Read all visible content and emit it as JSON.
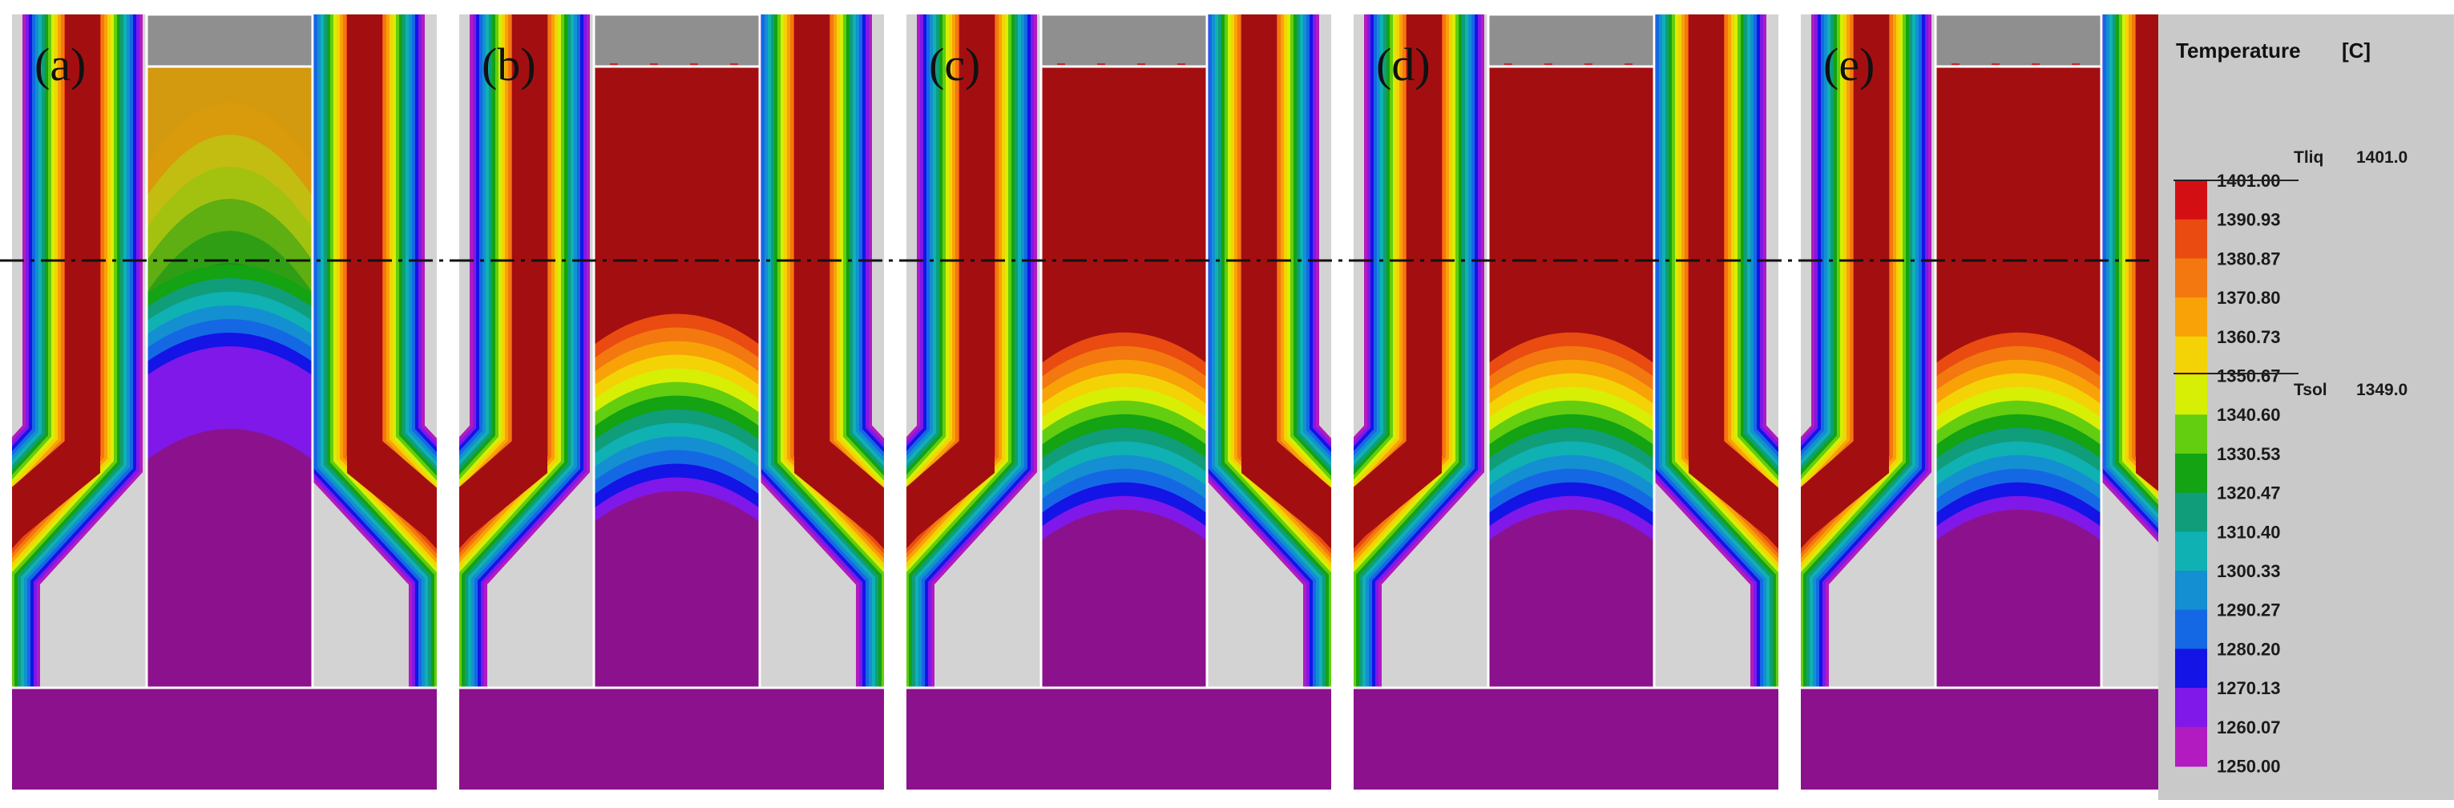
{
  "panels": [
    {
      "label": "(a)",
      "solid_front": 0.58
    },
    {
      "label": "(b)",
      "solid_front": 0.68
    },
    {
      "label": "(c)",
      "solid_front": 0.71
    },
    {
      "label": "(d)",
      "solid_front": 0.71
    },
    {
      "label": "(e)",
      "solid_front": 0.71
    }
  ],
  "legend": {
    "title": "Temperature",
    "unit": "[C]",
    "ticks": [
      "1401.00",
      "1390.93",
      "1380.87",
      "1370.80",
      "1360.73",
      "1350.67",
      "1340.60",
      "1330.53",
      "1320.47",
      "1310.40",
      "1300.33",
      "1290.27",
      "1280.20",
      "1270.13",
      "1260.07",
      "1250.00"
    ],
    "colors": [
      "#d40f14",
      "#ea4b10",
      "#f3780f",
      "#f8a208",
      "#f3d305",
      "#d7ef05",
      "#63cd10",
      "#13a313",
      "#109d7a",
      "#0fb1b3",
      "#138fd2",
      "#1568e4",
      "#1414e6",
      "#7f18e8",
      "#b21bbf",
      "#a21998"
    ],
    "liquidus": {
      "name": "Tliq",
      "value": "1401.0"
    },
    "solidus": {
      "name": "Tsol",
      "value": "1349.0"
    }
  },
  "colors": {
    "mold": "#a30f10",
    "sand": "#d3d3d3",
    "feeder": "#8f8f8f",
    "solid": "#8b128c",
    "legend_bg": "#c9c9c9"
  }
}
